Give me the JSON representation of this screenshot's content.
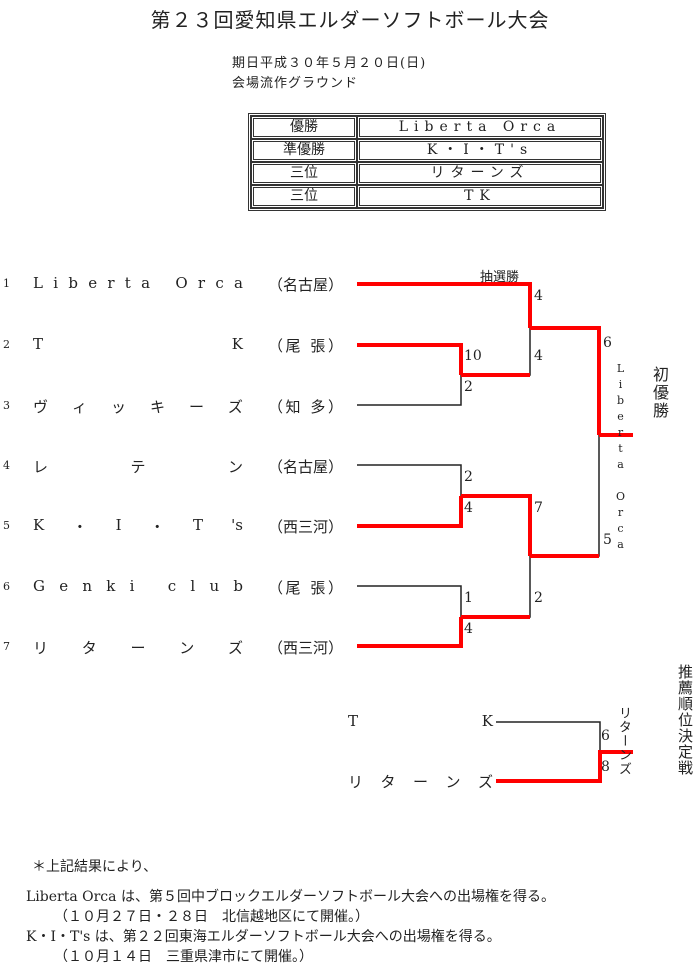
{
  "header": {
    "title": "第２３回愛知県エルダーソフトボール大会",
    "date": "期日平成３０年５月２０日(日)",
    "venue": "会場流作グラウンド"
  },
  "results": [
    {
      "place": "優勝",
      "team": "Liberta Orca"
    },
    {
      "place": "準優勝",
      "team": "K・I・T's"
    },
    {
      "place": "三位",
      "team": "リターンズ"
    },
    {
      "place": "三位",
      "team": "TK"
    }
  ],
  "teams": [
    {
      "seed": "1",
      "name_chars": [
        "L",
        "i",
        "b",
        "e",
        "r",
        "t",
        "a",
        "",
        "O",
        "r",
        "c",
        "a"
      ],
      "region_chars": [
        "（",
        "名",
        "古",
        "屋",
        "）"
      ]
    },
    {
      "seed": "2",
      "name_chars": [
        "T",
        "K"
      ],
      "region_chars": [
        "（",
        "尾",
        "",
        "張",
        "）"
      ]
    },
    {
      "seed": "3",
      "name_chars": [
        "ヴ",
        "ィ",
        "ッ",
        "キ",
        "ー",
        "ズ"
      ],
      "region_chars": [
        "（",
        "知",
        "",
        "多",
        "）"
      ]
    },
    {
      "seed": "4",
      "name_chars": [
        "レ",
        "テ",
        "ン"
      ],
      "region_chars": [
        "（",
        "名",
        "古",
        "屋",
        "）"
      ]
    },
    {
      "seed": "5",
      "name_chars": [
        "K",
        "・",
        "I",
        "・",
        "T",
        "'s"
      ],
      "region_chars": [
        "（",
        "西",
        "三",
        "河",
        "）"
      ]
    },
    {
      "seed": "6",
      "name_chars": [
        "G",
        "e",
        "n",
        "k",
        "i",
        "",
        "c",
        "l",
        "u",
        "b"
      ],
      "region_chars": [
        "（",
        "尾",
        "",
        "張",
        "）"
      ]
    },
    {
      "seed": "7",
      "name_chars": [
        "リ",
        "タ",
        "ー",
        "ン",
        "ズ"
      ],
      "region_chars": [
        "（",
        "西",
        "三",
        "河",
        "）"
      ]
    }
  ],
  "bracket": {
    "lottery_label": "抽選勝",
    "scores": {
      "r1_tk": "10",
      "r1_vickies": "2",
      "r1_reten": "2",
      "r1_kits": "4",
      "r1_genki": "1",
      "r1_returns": "4",
      "sf_liberta": "4",
      "sf_tk": "4",
      "sf_kits": "7",
      "sf_returns": "2",
      "final_liberta": "6",
      "final_kits": "5"
    },
    "champion": "Liberta Orca",
    "champion_note": "初優勝",
    "win_color": "#ff0000",
    "line_color": "#222222"
  },
  "playoff": {
    "title": "推薦順位決定戦",
    "team1_chars": [
      "T",
      "K"
    ],
    "team2_chars": [
      "リ",
      "タ",
      "ー",
      "ン",
      "ズ"
    ],
    "score1": "6",
    "score2": "8",
    "winner": "リターンズ"
  },
  "notes": {
    "intro": "＊上記結果により、",
    "line1": "Liberta Orca は、第５回中ブロックエルダーソフトボール大会への出場権を得る。",
    "line2": "（１０月２７日・２８日　北信越地区にて開催。）",
    "line3": "K・I・T's は、第２２回東海エルダーソフトボール大会への出場権を得る。",
    "line4": "（１０月１４日　三重県津市にて開催。）"
  }
}
